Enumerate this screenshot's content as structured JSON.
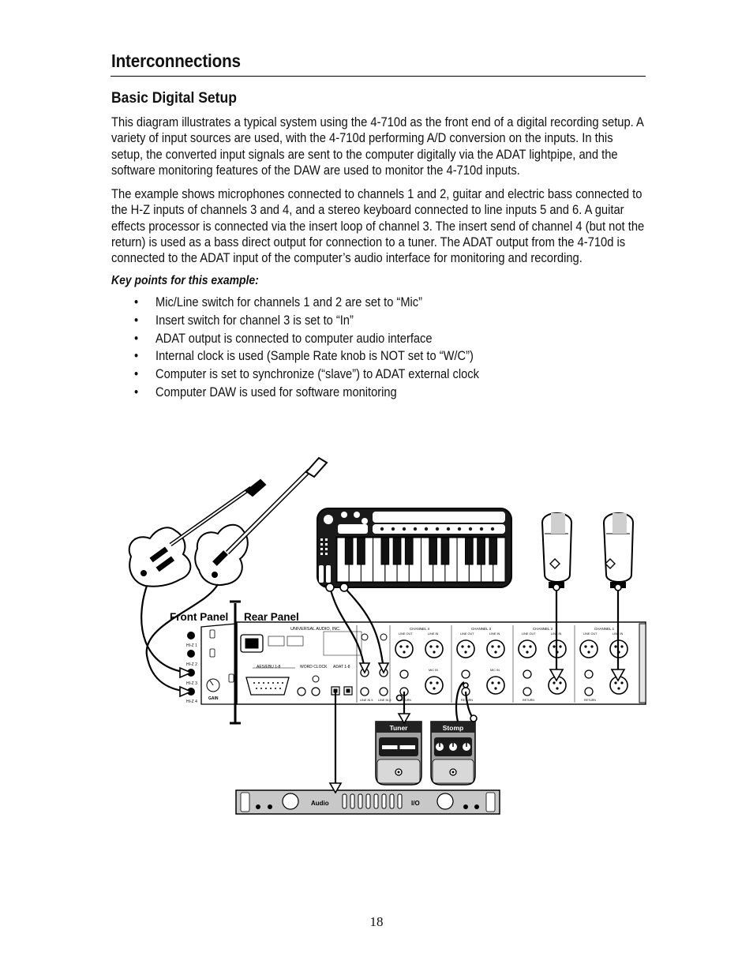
{
  "page": {
    "title": "Interconnections",
    "section_title": "Basic Digital Setup",
    "paragraphs": [
      "This diagram illustrates a typical system using the 4-710d as the front end of a digital recording setup. A variety of input sources are used, with the 4-710d performing A/D conversion on the inputs. In this setup, the converted input signals are sent to the computer digitally via the ADAT lightpipe, and the software monitoring features of the DAW are used to monitor the 4-710d inputs.",
      "The example shows microphones connected to channels 1 and 2, guitar and electric bass connected to the H-Z inputs of channels 3 and 4, and a stereo keyboard connected to line inputs 5 and 6. A guitar effects processor is connected via the insert loop of channel 3. The insert send of channel 4 (but not the return) is used as a bass direct output for connection to a tuner. The ADAT output from the 4-710d is connected to the ADAT input of the computer’s audio interface for monitoring and recording."
    ],
    "key_points_heading": "Key points for this example:",
    "bullet_symbol": "•",
    "key_points": [
      "Mic/Line switch for channels 1 and 2 are set to “Mic”",
      "Insert switch for channel 3 is set to “In”",
      "ADAT output is connected to computer audio interface",
      "Internal clock is used (Sample Rate knob is NOT set to “W/C”)",
      "Computer is set to synchronize (“slave”) to ADAT external clock",
      "Computer DAW is used for software monitoring"
    ],
    "page_number": "18"
  },
  "diagram": {
    "front_panel_label": "Front Panel",
    "rear_panel_label": "Rear Panel",
    "manufacturer": "UNIVERSAL AUDIO, INC.",
    "channel_labels": [
      "CHANNEL 4",
      "CHANNEL 3",
      "CHANNEL 2",
      "CHANNEL 1"
    ],
    "line_out_label": "LINE OUT",
    "line_in_label": "LINE IN",
    "mic_in_label": "MIC IN",
    "return_label": "RETURN",
    "hiz_labels": [
      "HI-Z 1",
      "HI-Z 2",
      "HI-Z 3",
      "HI-Z 4"
    ],
    "gain_label": "GAIN",
    "aesebu_label": "AES/EBU 1-8",
    "word_clock_label": "WORD CLOCK",
    "adat_label": "ADAT 1-8",
    "tuner_label": "Tuner",
    "stomp_label": "Stomp",
    "audio_label": "Audio",
    "io_label": "I/O",
    "line_in_ports": [
      "LINE IN 5",
      "LINE IN 6"
    ],
    "icons": [
      "electric-guitar-icon",
      "bass-guitar-icon",
      "keyboard-controller-icon",
      "microphone-icon",
      "tuner-pedal-icon",
      "stomp-pedal-icon",
      "audio-interface-icon"
    ]
  }
}
